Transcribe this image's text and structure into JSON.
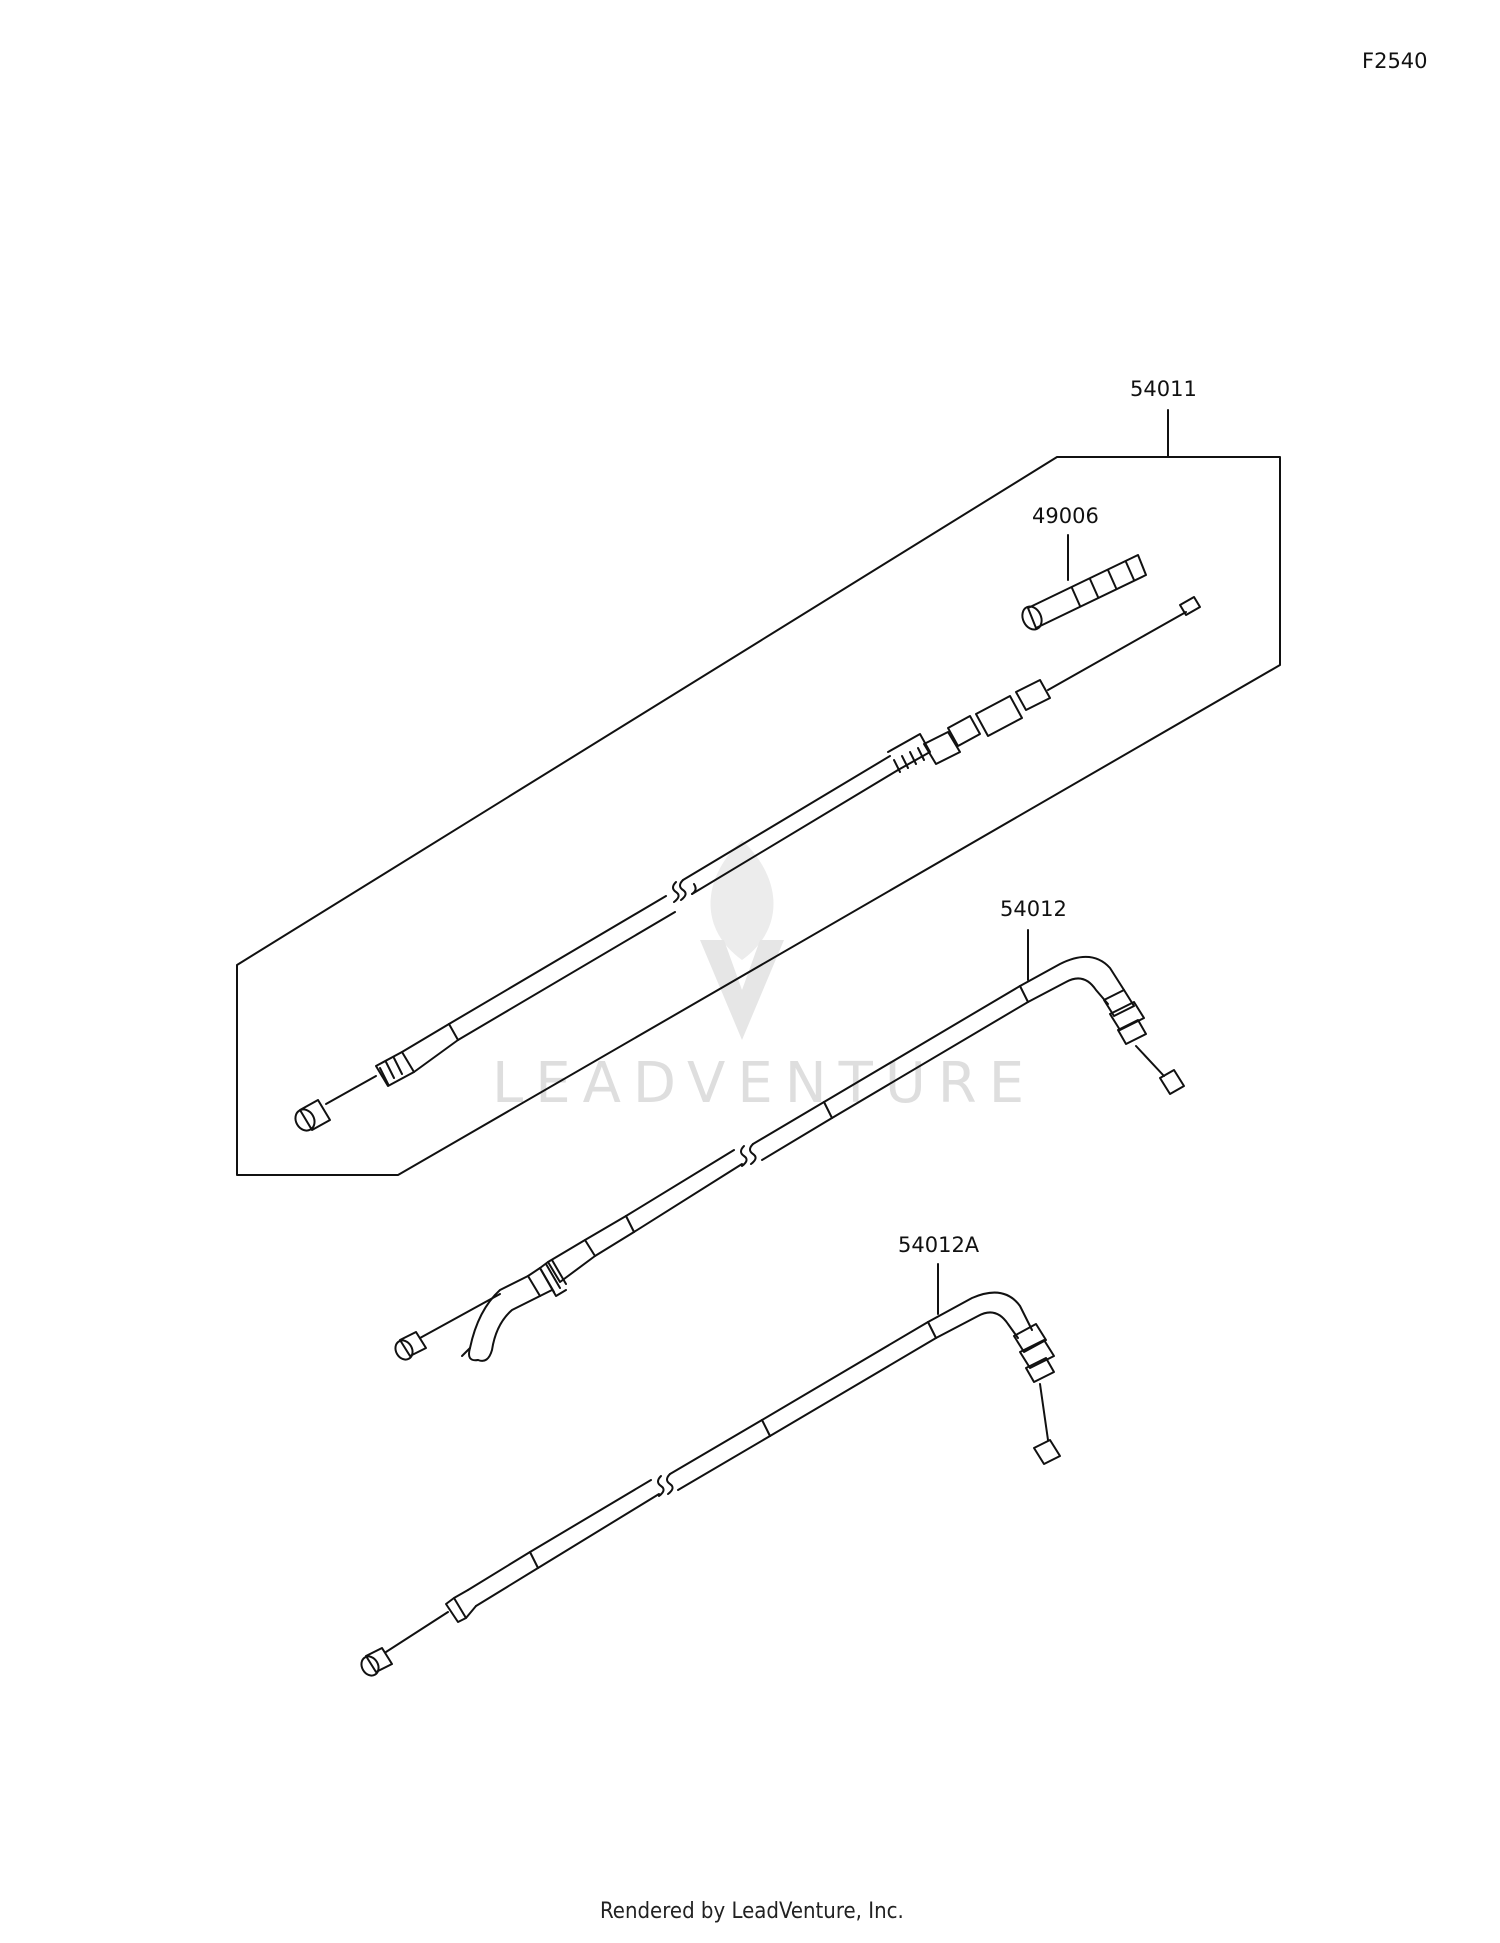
{
  "diagram": {
    "code": "F2540",
    "watermark": "LEADVENTURE",
    "footer": "Rendered by LeadVenture, Inc.",
    "parts": [
      {
        "number": "54011"
      },
      {
        "number": "49006"
      },
      {
        "number": "54012"
      },
      {
        "number": "54012A"
      }
    ]
  }
}
